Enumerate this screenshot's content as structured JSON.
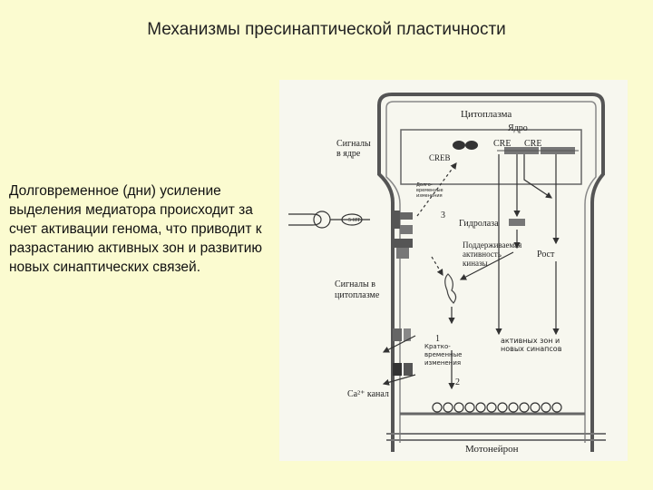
{
  "slide": {
    "title": "Механизмы пресинаптической пластичности",
    "body": "Долговременное (дни) усиление выделения медиатора происходит за счет активации генома, что приводит к разрастанию активных зон и развитию новых синаптических связей."
  },
  "diagram": {
    "cytoplasm": "Цитоплазма",
    "nucleus": "Ядро",
    "signals_nucleus": [
      "Сигналы",
      "в ядре"
    ],
    "creb": "CREB",
    "cre1": "CRE",
    "cre2": "CRE",
    "long_term": [
      "Долго-",
      "временные",
      "изменения"
    ],
    "hydrolase": "Гидролаза",
    "maintained": [
      "Поддерживаемая",
      "активность",
      "киназы"
    ],
    "growth": "Рост",
    "signals_cyto": [
      "Сигналы в",
      "цитоплазме"
    ],
    "fiveht": "5-НТ",
    "num3": "3",
    "num1": "1",
    "num2": "2",
    "short_term": [
      "Кратко-",
      "временные",
      "изменения"
    ],
    "zones": [
      "активных зон и",
      "новых синапсов"
    ],
    "ca_channel": "Ca²⁺ канал",
    "motoneuron": "Мотонейрон"
  }
}
